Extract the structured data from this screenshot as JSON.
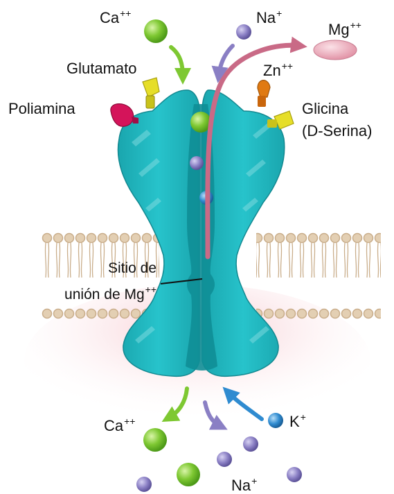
{
  "labels": {
    "ca_top": "Ca",
    "ca_top_charge": "++",
    "na_top": "Na",
    "na_top_charge": "+",
    "mg": "Mg",
    "mg_charge": "++",
    "glutamato": "Glutamato",
    "zn": "Zn",
    "zn_charge": "++",
    "poliamina": "Poliamina",
    "glicina_line1": "Glicina",
    "glicina_line2": "(D-Serina)",
    "mg_site_line1": "Sitio de",
    "mg_site_line2": "unión de Mg",
    "mg_site_charge": "++",
    "ca_bottom": "Ca",
    "ca_bottom_charge": "++",
    "k": "K",
    "k_charge": "+",
    "na_bottom": "Na",
    "na_bottom_charge": "+"
  },
  "colors": {
    "calcium": "#7ec832",
    "sodium": "#8a7fc4",
    "potassium": "#2f8bd0",
    "magnesium": "#e8a0b0",
    "zinc": "#e07a12",
    "glutamate": "#d8d020",
    "glycine": "#d8d020",
    "polyamine": "#d4145a",
    "channel": "#1fb8c0",
    "channel_dark": "#0e8a92",
    "membrane": "#ede3d4",
    "membrane_head": "#e3cfb3",
    "mg_path": "#c96a86"
  }
}
